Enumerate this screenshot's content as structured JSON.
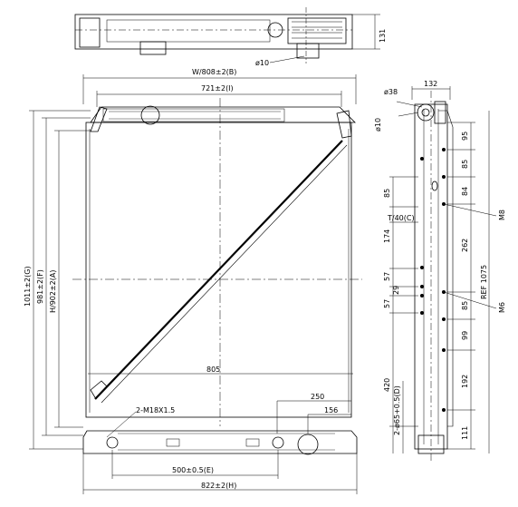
{
  "dimensions": {
    "top_height": "131",
    "top_hole": "ø10",
    "overall_width": "W/808±2(B)",
    "core_width": "721±2(I)",
    "overall_height": "1011±2(G)",
    "height_f": "981±2(F)",
    "core_height": "H/902±2(A)",
    "bottom_span": "805",
    "dim_250": "250",
    "dim_156": "156",
    "thread_callout": "2-M18X1.5",
    "tank_pitch": "500±0.5(E)",
    "bottom_width": "822±2(H)",
    "side_depth": "132",
    "side_hole_38": "ø38",
    "side_hole_10": "ø10",
    "d95": "95",
    "d85a": "85",
    "d84": "84",
    "d85b": "85",
    "tol": "T/40(C)",
    "d174": "174",
    "d262": "262",
    "d57a": "57",
    "d29": "29",
    "d57b": "57",
    "d85c": "85",
    "ref": "REF 1075",
    "d99": "99",
    "d192": "192",
    "d420": "420",
    "pipe": "2-ø65+0.5(D)",
    "d111": "111",
    "m8": "M8",
    "m6": "M6"
  }
}
